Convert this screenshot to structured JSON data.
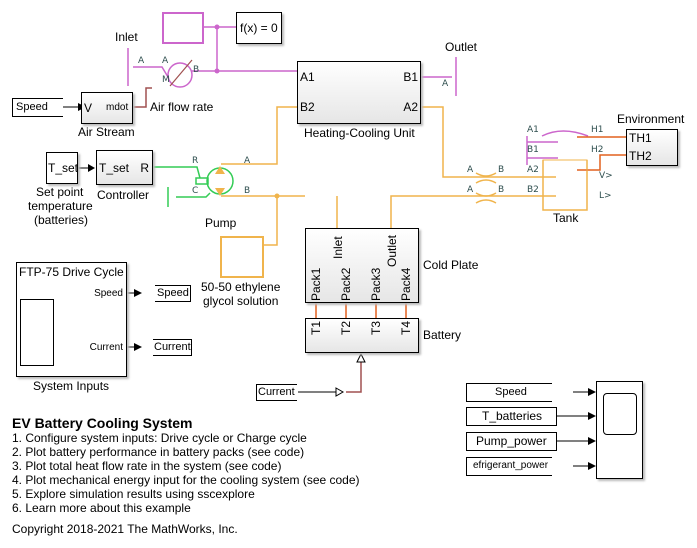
{
  "colors": {
    "thermal_liquid": "#f0b44c",
    "moist_air": "#cc66cc",
    "mechanical": "#33cc55",
    "thermal": "#e2611f",
    "physical_signal": "#a05050"
  },
  "blocks": {
    "fx_block": "f(x) = 0",
    "inlet_label": "Inlet",
    "outlet_label": "Outlet",
    "air_stream": {
      "name": "Air Stream",
      "port_in": "V",
      "port_out": "mdot"
    },
    "air_flow_rate": "Air flow rate",
    "speed_goto_top": "Speed",
    "heating_cooling": {
      "name": "Heating-Cooling Unit",
      "ports": [
        "A1",
        "B2",
        "B1",
        "A2"
      ]
    },
    "environment": {
      "name": "Environment",
      "ports": [
        "TH1",
        "TH2"
      ]
    },
    "tank": {
      "name": "Tank",
      "ports": [
        "A1",
        "B1",
        "A2",
        "B2",
        "H1",
        "H2",
        "V",
        "L"
      ]
    },
    "set_point": {
      "value": "T_set",
      "name_lines": [
        "Set point",
        "temperature",
        "(batteries)"
      ]
    },
    "controller": {
      "name": "Controller",
      "port_in": "T_set",
      "port_out": "R"
    },
    "pump": {
      "name": "Pump",
      "ports": [
        "R",
        "C",
        "A",
        "B"
      ]
    },
    "fluid": {
      "name_lines": [
        "50-50 ethylene",
        "glycol solution"
      ]
    },
    "cold_plate": {
      "name": "Cold Plate",
      "ports": [
        "Inlet",
        "Outlet",
        "Pack1",
        "Pack2",
        "Pack3",
        "Pack4"
      ]
    },
    "battery": {
      "name": "Battery",
      "ports": [
        "T1",
        "T2",
        "T3",
        "T4"
      ]
    },
    "pipe_ports": [
      "A",
      "B",
      "A",
      "B"
    ],
    "mflow_ports": [
      "A",
      "A",
      "M",
      "B"
    ],
    "outlet_port": "A",
    "system_inputs": {
      "title": "FTP-75 Drive Cycle",
      "name": "System Inputs",
      "out1": "Speed",
      "out2": "Current"
    },
    "goto_speed": "Speed",
    "goto_current": "Current",
    "from_current": "Current",
    "scope_inputs": [
      "Speed",
      "T_batteries",
      "Pump_power",
      "efrigerant_power"
    ]
  },
  "description": {
    "title": "EV Battery Cooling System",
    "items": [
      "1. Configure system inputs: Drive cycle or Charge cycle",
      "2. Plot battery performance in battery packs (see code)",
      "3. Plot total heat flow rate in the system (see code)",
      "4. Plot mechanical energy input for the cooling system (see code)",
      "5. Explore simulation results using sscexplore",
      "6. Learn more about this example"
    ],
    "copyright": "Copyright 2018-2021 The MathWorks, Inc."
  }
}
